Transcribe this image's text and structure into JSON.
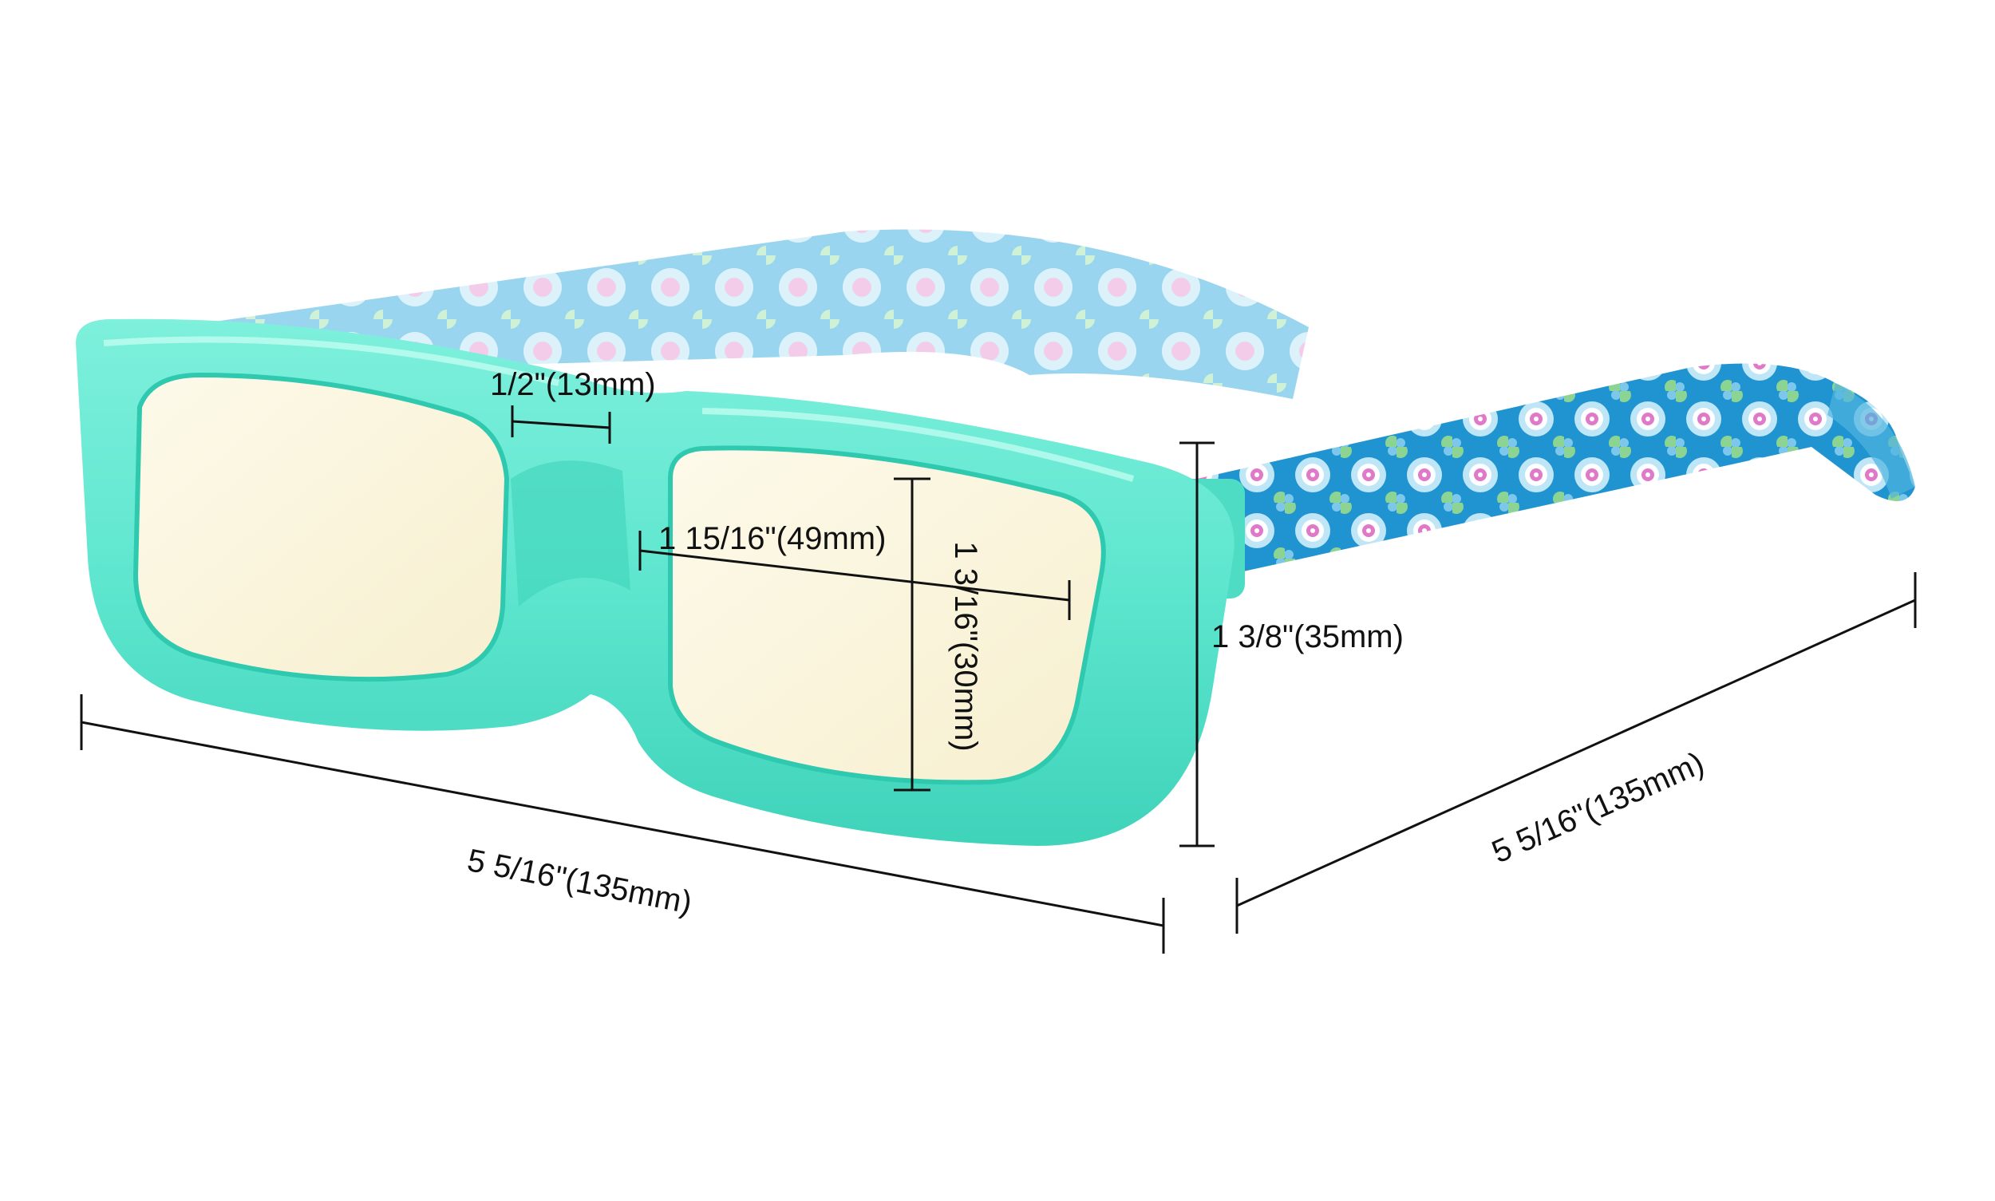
{
  "measurements": {
    "bridge_width": "1/2\"(13mm)",
    "lens_width": "1 15/16\"(49mm)",
    "lens_height": "1 3/16\"(30mm)",
    "frame_height": "1 3/8\"(35mm)",
    "frame_width": "5 5/16\"(135mm)",
    "temple_length": "5 5/16\"(135mm)"
  },
  "colors": {
    "frame": "#5ee6cf",
    "frame_dark": "#2fc9b0",
    "lens_tint": "#fbf5dd",
    "temple_base": "#1f94d0",
    "temple_light": "#9fd6f0",
    "temple_accent_pink": "#e07ac8",
    "temple_accent_green": "#9fe08a",
    "dimension_line": "#111111"
  }
}
